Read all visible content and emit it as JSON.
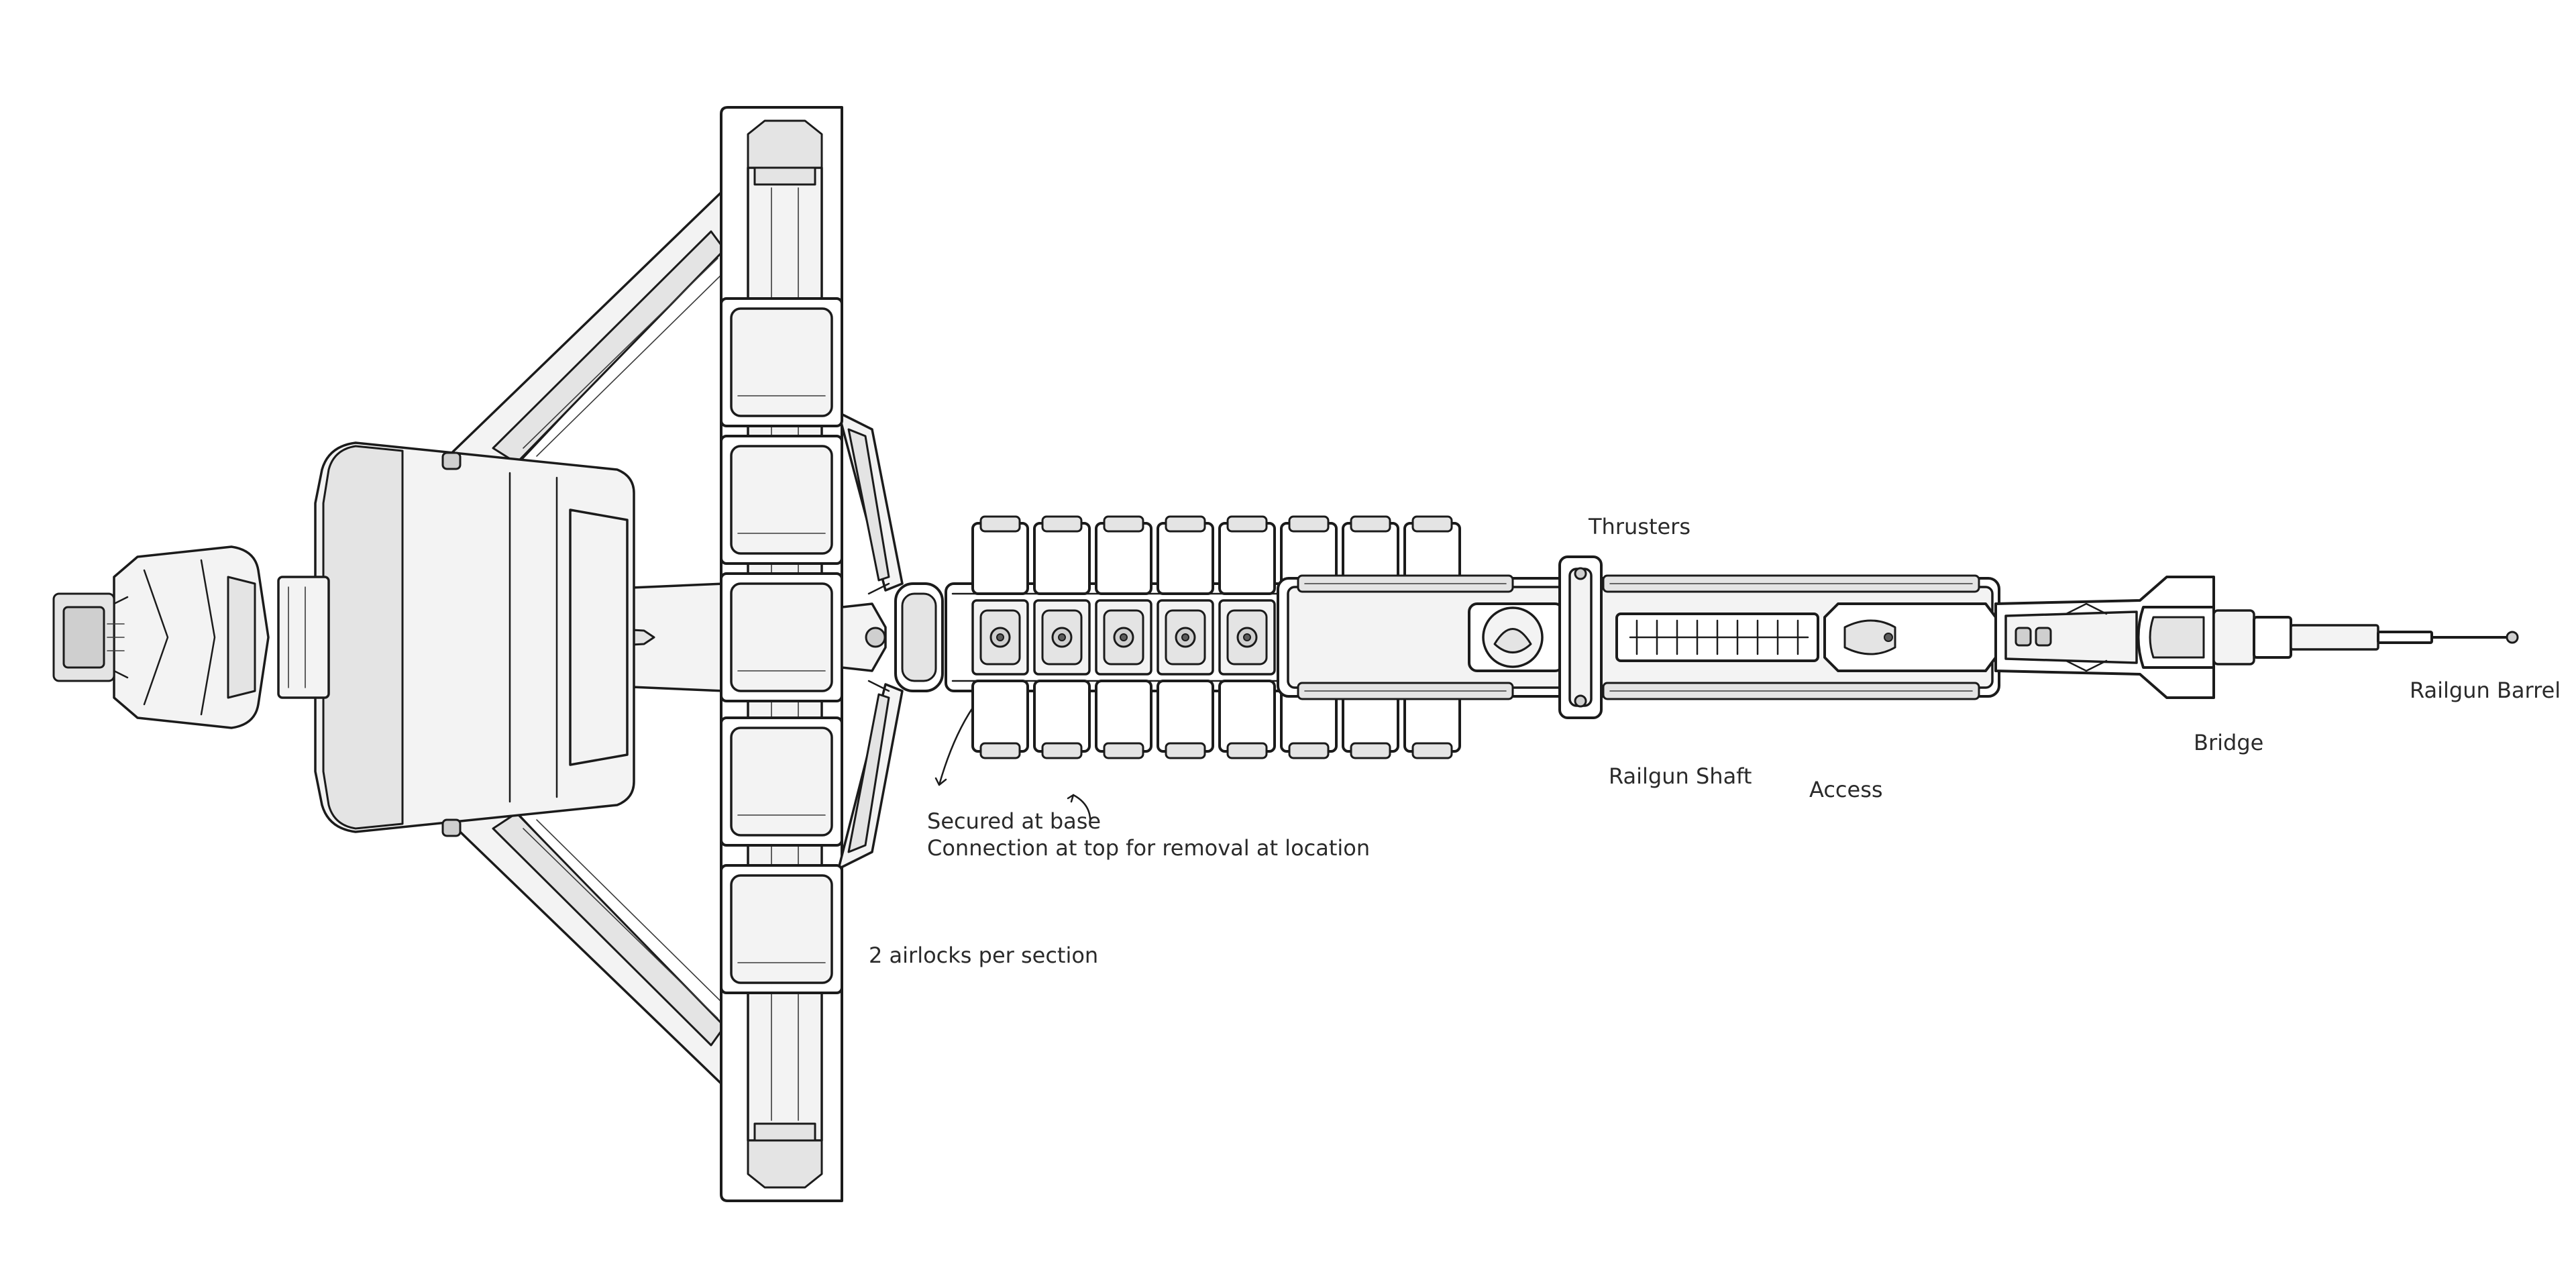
{
  "labels": {
    "thrusters": "Thrusters",
    "railgun_barrel": "Railgun Barrel",
    "bridge": "Bridge",
    "railgun_shaft": "Railgun Shaft",
    "access": "Access",
    "secured_line1": "Secured at base",
    "secured_line2": "Connection at top for removal at location",
    "airlocks": "2 airlocks per section"
  },
  "structure": {
    "ring_pods": 5,
    "cargo_columns": 8
  }
}
